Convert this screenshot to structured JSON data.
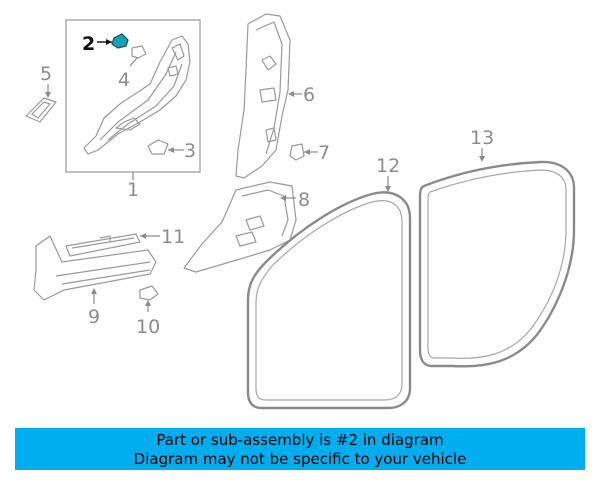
{
  "diagram": {
    "callouts": {
      "c1": "1",
      "c2": "2",
      "c3": "3",
      "c4": "4",
      "c5": "5",
      "c6": "6",
      "c7": "7",
      "c8": "8",
      "c9": "9",
      "c10": "10",
      "c11": "11",
      "c12": "12",
      "c13": "13"
    },
    "highlighted_part": "2",
    "highlight_color": "#1aa3b8"
  },
  "banner": {
    "line1": "Part or sub-assembly is #2 in diagram",
    "line2": "Diagram may not be specific to your vehicle",
    "background": "#00aeef"
  }
}
